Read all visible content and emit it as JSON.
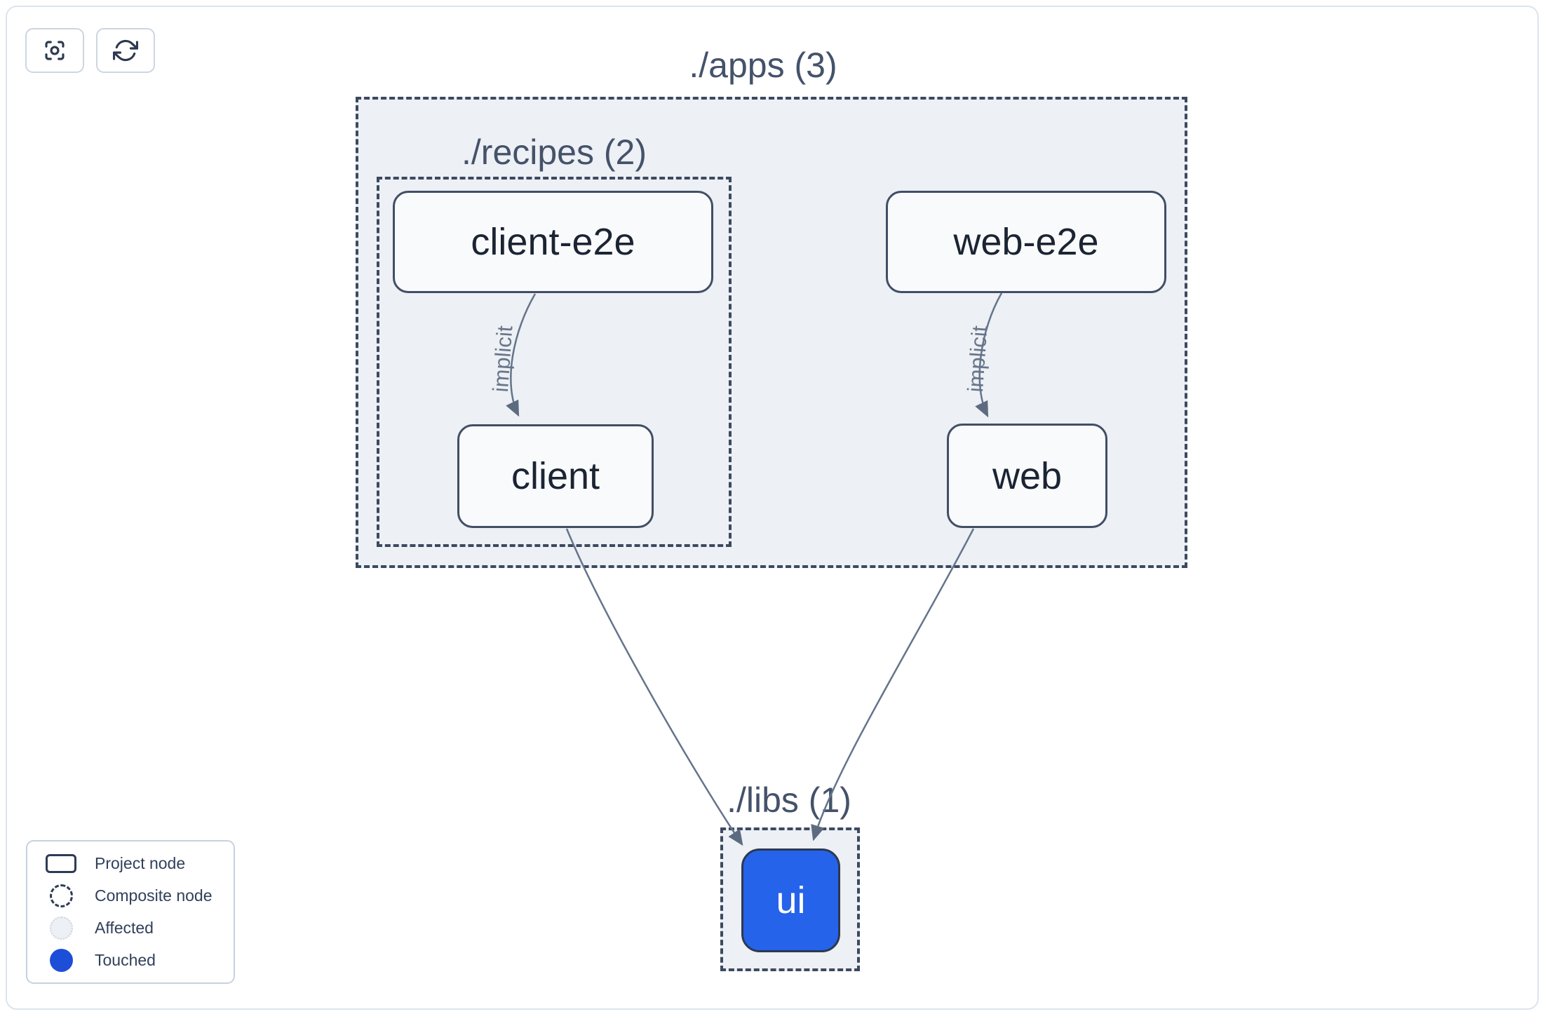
{
  "toolbar": {
    "focus_button": {
      "icon": "crosshair-scan-icon"
    },
    "refresh_button": {
      "icon": "refresh-icon"
    }
  },
  "graph": {
    "groups": {
      "apps": {
        "label": "./apps (3)"
      },
      "recipes": {
        "label": "./recipes (2)"
      },
      "libs": {
        "label": "./libs (1)"
      }
    },
    "nodes": {
      "client_e2e": {
        "label": "client-e2e",
        "state": "normal"
      },
      "web_e2e": {
        "label": "web-e2e",
        "state": "normal"
      },
      "client": {
        "label": "client",
        "state": "normal"
      },
      "web": {
        "label": "web",
        "state": "normal"
      },
      "ui": {
        "label": "ui",
        "state": "touched"
      }
    },
    "edges": {
      "client_e2e_to_client": {
        "label": "implicit"
      },
      "web_e2e_to_web": {
        "label": "implicit"
      }
    }
  },
  "legend": {
    "items": [
      {
        "label": "Project node",
        "icon": "project-node-icon"
      },
      {
        "label": "Composite node",
        "icon": "composite-node-icon"
      },
      {
        "label": "Affected",
        "icon": "affected-icon"
      },
      {
        "label": "Touched",
        "icon": "touched-icon"
      }
    ]
  },
  "colors": {
    "touched_node_fill": "#2563eb",
    "legend_touched_fill": "#1d4ed8",
    "edge_stroke": "#64748b",
    "composite_border": "#3c4960",
    "composite_fill": "#edf0f4",
    "node_border": "#414e66",
    "node_fill": "#f9fafc"
  }
}
